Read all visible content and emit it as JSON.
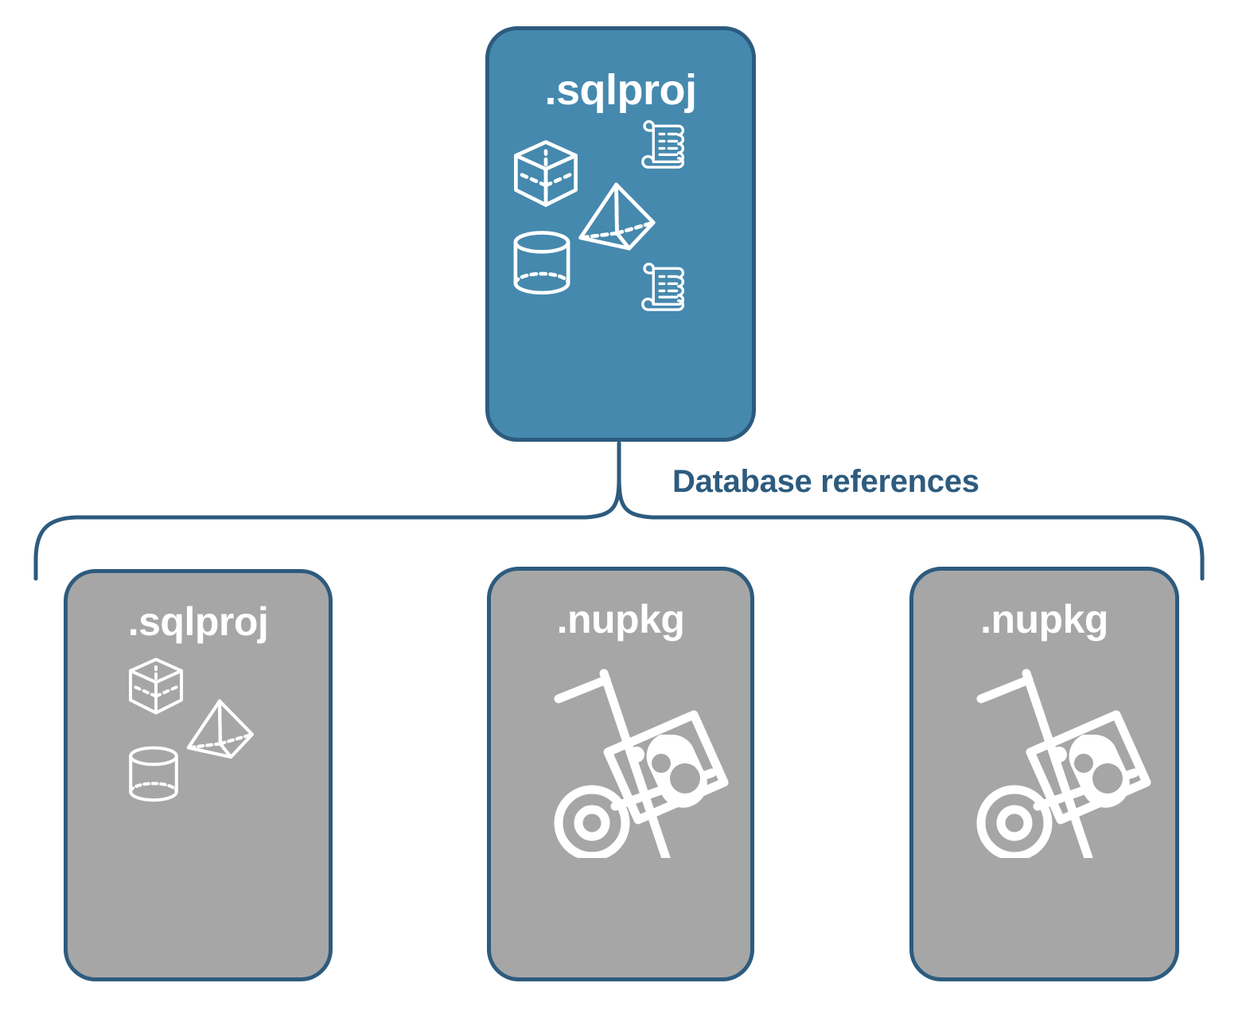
{
  "diagram": {
    "title_node": {
      "label": ".sqlproj",
      "fill": "#4589AE",
      "stroke": "#2D5B7E",
      "icons": [
        "cube-icon",
        "pyramid-icon",
        "cylinder-icon",
        "script-scroll-icon",
        "script-scroll-icon"
      ]
    },
    "connector": {
      "label": "Database references",
      "color": "#2D5B7E",
      "shape": "curly-brace"
    },
    "children": [
      {
        "label": ".sqlproj",
        "fill": "#A6A6A6",
        "stroke": "#2D5B7E",
        "icons": [
          "cube-icon",
          "pyramid-icon",
          "cylinder-icon"
        ]
      },
      {
        "label": ".nupkg",
        "fill": "#A6A6A6",
        "stroke": "#2D5B7E",
        "icons": [
          "nuget-package-handtruck-icon"
        ]
      },
      {
        "label": ".nupkg",
        "fill": "#A6A6A6",
        "stroke": "#2D5B7E",
        "icons": [
          "nuget-package-handtruck-icon"
        ]
      }
    ]
  }
}
